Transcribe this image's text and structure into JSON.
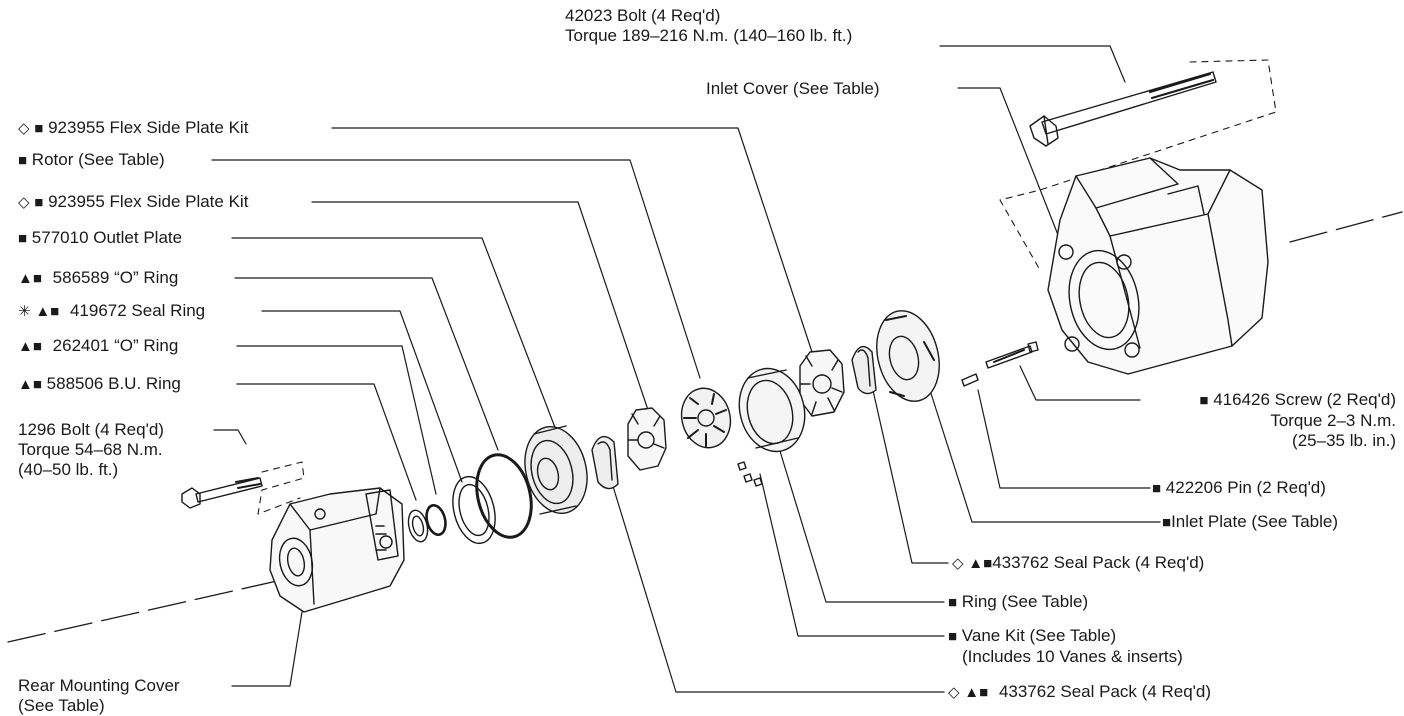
{
  "symbols": {
    "diamond": "◇",
    "square": "■",
    "triangle": "▲",
    "asterisk": "✳"
  },
  "labels": {
    "bolt_42023_line1": "42023 Bolt (4 Req'd)",
    "bolt_42023_line2": "Torque 189–216 N.m. (140–160 lb. ft.)",
    "inlet_cover": "Inlet Cover (See Table)",
    "flex_side_plate_kit_top": "923955 Flex Side Plate Kit",
    "rotor": "Rotor (See Table)",
    "flex_side_plate_kit_2": "923955 Flex Side Plate Kit",
    "outlet_plate": "577010 Outlet Plate",
    "o_ring_586589": "586589 “O” Ring",
    "seal_ring_419672": "419672 Seal Ring",
    "o_ring_262401": "262401 “O” Ring",
    "bu_ring_588506": "588506 B.U. Ring",
    "bolt_1296_line1": "1296 Bolt (4 Req'd)",
    "bolt_1296_line2": "Torque 54–68 N.m.",
    "bolt_1296_line3": "(40–50 lb. ft.)",
    "rear_cover_line1": "Rear Mounting Cover",
    "rear_cover_line2": "(See Table)",
    "screw_416426_line1": "416426 Screw (2 Req'd)",
    "screw_416426_line2": "Torque 2–3 N.m.",
    "screw_416426_line3": "(25–35 lb. in.)",
    "pin_422206": "422206 Pin (2 Req'd)",
    "inlet_plate": "Inlet Plate (See Table)",
    "seal_pack_upper": "433762 Seal Pack (4 Req'd)",
    "ring": "Ring (See Table)",
    "vane_kit_line1": "Vane Kit (See Table)",
    "vane_kit_line2": "(Includes 10 Vanes & inserts)",
    "seal_pack_lower": "433762 Seal Pack (4 Req'd)"
  }
}
